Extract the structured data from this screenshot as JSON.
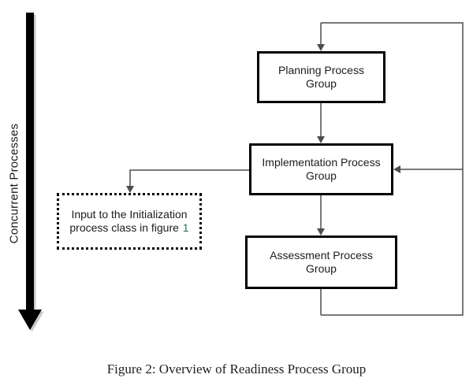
{
  "colors": {
    "connector_gray": "#4d4d4d",
    "box_border": "#000000",
    "big_arrow": "#000000",
    "big_arrow_shadow": "#c9c9c9",
    "figure_link_green": "#2e6b4e",
    "background": "#ffffff"
  },
  "diagram": {
    "concurrent_label": "Concurrent Processes",
    "nodes": {
      "planning": {
        "label": "Planning Process\nGroup"
      },
      "implementation": {
        "label": "Implementation Process\nGroup"
      },
      "assessment": {
        "label": "Assessment Process\nGroup"
      },
      "input": {
        "text": "Input to the Initialization\nprocess class in figure ",
        "link_text": "1"
      }
    },
    "edges": [
      {
        "from": "feedback-loop-top",
        "to": "planning",
        "type": "arrow-down"
      },
      {
        "from": "planning",
        "to": "implementation",
        "type": "arrow-down"
      },
      {
        "from": "implementation",
        "to": "assessment",
        "type": "arrow-down"
      },
      {
        "from": "assessment",
        "to": "feedback-loop-right",
        "type": "line"
      },
      {
        "from": "feedback-loop-right",
        "to": "implementation",
        "type": "arrow-left"
      },
      {
        "from": "implementation",
        "to": "input",
        "type": "arrow-left-then-down"
      }
    ]
  },
  "caption": {
    "text": "Figure 2: Overview of Readiness Process Group"
  }
}
